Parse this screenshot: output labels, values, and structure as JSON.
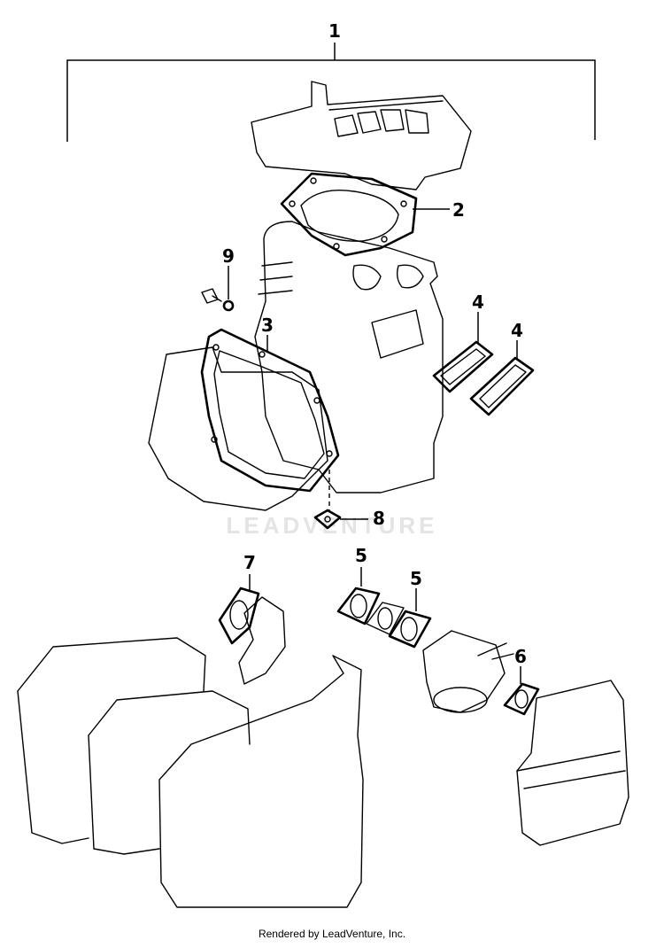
{
  "callouts": {
    "c1": "1",
    "c2": "2",
    "c3": "3",
    "c4a": "4",
    "c4b": "4",
    "c5a": "5",
    "c5b": "5",
    "c6": "6",
    "c7": "7",
    "c8": "8",
    "c9": "9"
  },
  "watermark": "LEADVENTURE",
  "footer": "Rendered by LeadVenture, Inc."
}
